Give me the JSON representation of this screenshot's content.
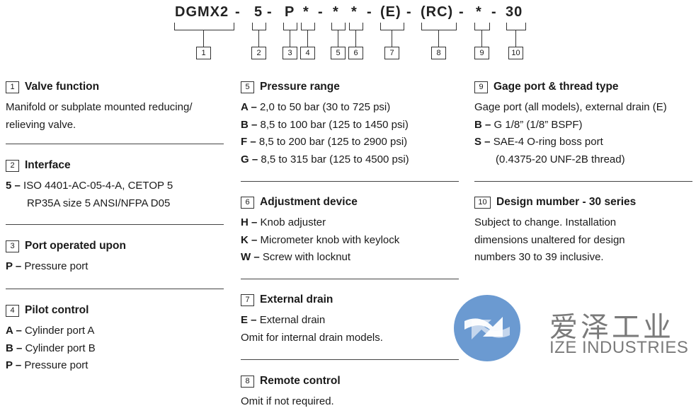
{
  "code": {
    "parts": [
      "DGMX2",
      "-",
      "5",
      "-",
      "P",
      "*",
      "-",
      "*",
      "*",
      "-",
      "(E)",
      "-",
      "(RC)",
      "-",
      "*",
      "-",
      "30"
    ],
    "boxes": [
      "1",
      "2",
      "3",
      "4",
      "5",
      "6",
      "7",
      "8",
      "9",
      "10"
    ]
  },
  "sections": {
    "s1": {
      "num": "1",
      "title": "Valve function",
      "lines": [
        "Manifold or subplate mounted reducing/",
        "relieving valve."
      ]
    },
    "s2": {
      "num": "2",
      "title": "Interface",
      "lines": [
        {
          "k": "5 –",
          "v": "ISO 4401-AC-05-4-A, CETOP 5"
        },
        {
          "k": "",
          "v": "RP35A size 5 ANSI/NFPA D05"
        }
      ]
    },
    "s3": {
      "num": "3",
      "title": "Port operated upon",
      "lines": [
        {
          "k": "P –",
          "v": "Pressure port"
        }
      ]
    },
    "s4": {
      "num": "4",
      "title": "Pilot control",
      "lines": [
        {
          "k": "A –",
          "v": "Cylinder port A"
        },
        {
          "k": "B –",
          "v": "Cylinder port B"
        },
        {
          "k": "P –",
          "v": "Pressure port"
        }
      ]
    },
    "s5": {
      "num": "5",
      "title": "Pressure range",
      "lines": [
        {
          "k": "A –",
          "v": "2,0 to 50 bar (30 to 725 psi)"
        },
        {
          "k": "B –",
          "v": "8,5 to 100 bar (125 to 1450 psi)"
        },
        {
          "k": "F –",
          "v": "8,5 to 200 bar (125 to 2900 psi)"
        },
        {
          "k": "G –",
          "v": "8,5 to 315 bar (125 to 4500 psi)"
        }
      ]
    },
    "s6": {
      "num": "6",
      "title": "Adjustment device",
      "lines": [
        {
          "k": "H –",
          "v": "Knob adjuster"
        },
        {
          "k": "K –",
          "v": "Micrometer knob with keylock"
        },
        {
          "k": "W –",
          "v": "Screw with locknut"
        }
      ]
    },
    "s7": {
      "num": "7",
      "title": "External drain",
      "lines": [
        {
          "k": "E –",
          "v": "External drain"
        },
        "Omit for internal drain models."
      ]
    },
    "s8": {
      "num": "8",
      "title": "Remote control",
      "lines": [
        "Omit if not required."
      ]
    },
    "s9": {
      "num": "9",
      "title": "Gage port & thread type",
      "lines": [
        "Gage port (all models), external drain (E)",
        {
          "k": "B –",
          "v": "G 1/8” (1/8” BSPF)"
        },
        {
          "k": "S –",
          "v": "SAE-4 O-ring boss port"
        },
        {
          "k": "",
          "v": "(0.4375-20 UNF-2B thread)"
        }
      ]
    },
    "s10": {
      "num": "10",
      "title": "Design mumber - 30 series",
      "lines": [
        "Subject to change. Installation",
        "dimensions unaltered for design",
        "numbers 30 to 39 inclusive."
      ]
    }
  },
  "logo": {
    "cn": "爱泽工业",
    "en": "IZE INDUSTRIES",
    "icon": "ize-logo-icon",
    "colors": {
      "blue": "#3a78c2",
      "gray": "#7a7a7a"
    }
  }
}
